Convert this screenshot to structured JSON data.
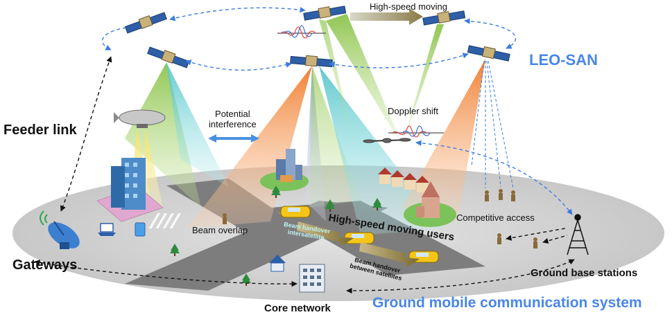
{
  "labels": {
    "high_speed_moving": "High-speed moving",
    "leo_san": "LEO-SAN",
    "feeder_link": "Feeder link",
    "potential_interference": "Potential\ninterference",
    "doppler_shift": "Doppler shift",
    "beam_overlap": "Beam overlap",
    "high_speed_moving_users": "High-speed moving users",
    "beam_handover_intersatellite": "Beam handover\nintersatellite",
    "beam_handover_between_satellites": "Beam handover\nbetween satellites",
    "competitive_access": "Competitive access",
    "gateways": "Gateways",
    "ground_base_stations": "Ground base stations",
    "core_network": "Core network",
    "ground_mobile_system": "Ground mobile communication system"
  },
  "colors": {
    "accent_blue": "#4a86e8",
    "dash_blue": "#3a7be0",
    "ground": "#d7d7d7",
    "road": "#7b7b7b",
    "beam_green": "#9ccc3c",
    "beam_cyan": "#6fd2d8",
    "beam_orange": "#f39a4e",
    "beam_yellow": "#f7ea8a",
    "taxi": "#f5c518"
  }
}
